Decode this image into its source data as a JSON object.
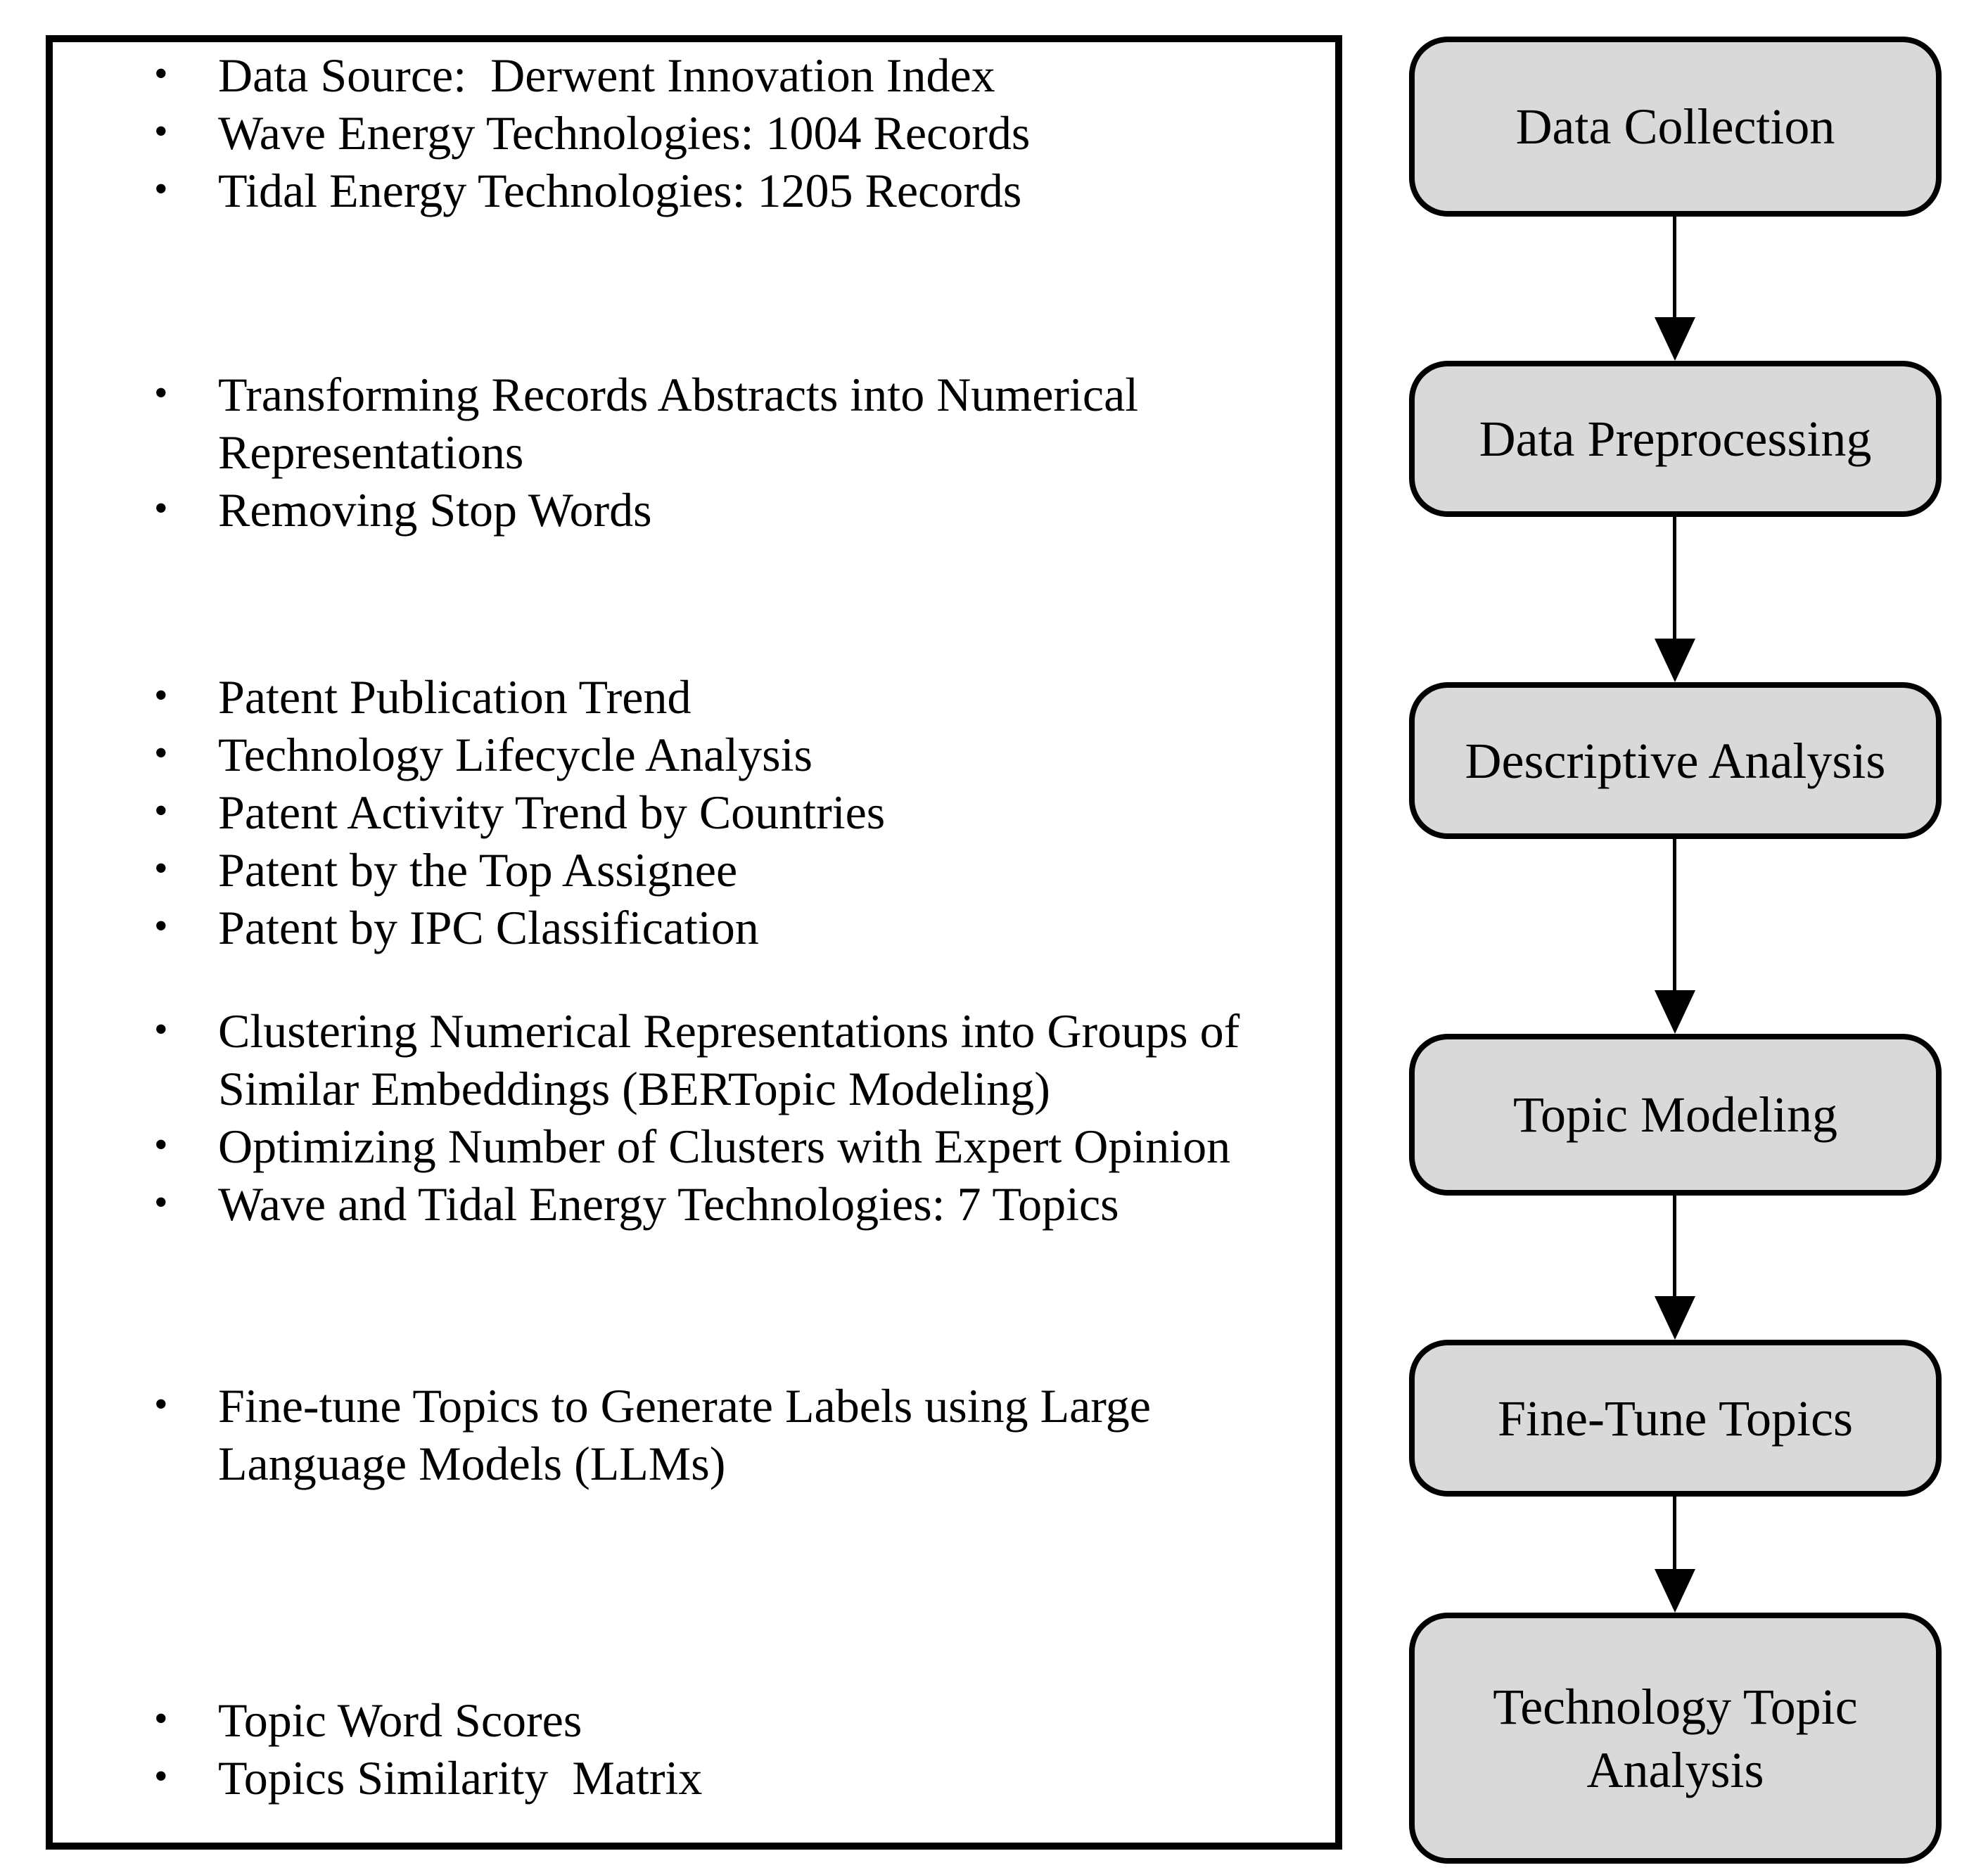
{
  "left_panel": {
    "groups": [
      {
        "name": "data-collection-details",
        "items": [
          "Data Source:  Derwent Innovation Index",
          "Wave Energy Technologies: 1004 Records",
          "Tidal Energy Technologies: 1205 Records"
        ]
      },
      {
        "name": "data-preprocessing-details",
        "items": [
          "Transforming Records Abstracts into Numerical Representations",
          "Removing Stop Words"
        ]
      },
      {
        "name": "descriptive-analysis-details",
        "items": [
          "Patent Publication Trend",
          "Technology Lifecycle Analysis",
          "Patent Activity Trend by Countries",
          "Patent by the Top Assignee",
          "Patent by IPC Classification"
        ]
      },
      {
        "name": "topic-modeling-details",
        "items": [
          "Clustering Numerical Representations into Groups of Similar Embeddings (BERTopic Modeling)",
          "Optimizing Number of Clusters with Expert Opinion",
          "Wave and Tidal Energy Technologies: 7 Topics"
        ]
      },
      {
        "name": "fine-tune-topics-details",
        "items": [
          "Fine-tune Topics to Generate Labels using Large Language Models (LLMs)"
        ]
      },
      {
        "name": "technology-topic-analysis-details",
        "items": [
          "Topic Word Scores",
          "Topics Similarity  Matrix"
        ]
      }
    ]
  },
  "flowchart": {
    "steps": [
      {
        "label": "Data Collection"
      },
      {
        "label": "Data Preprocessing"
      },
      {
        "label": "Descriptive Analysis"
      },
      {
        "label": "Topic Modeling"
      },
      {
        "label": "Fine-Tune Topics"
      },
      {
        "label": "Technology Topic Analysis"
      }
    ],
    "box_fill": "#d9d9d9",
    "box_border": "#000000"
  },
  "bullet_char": "•"
}
